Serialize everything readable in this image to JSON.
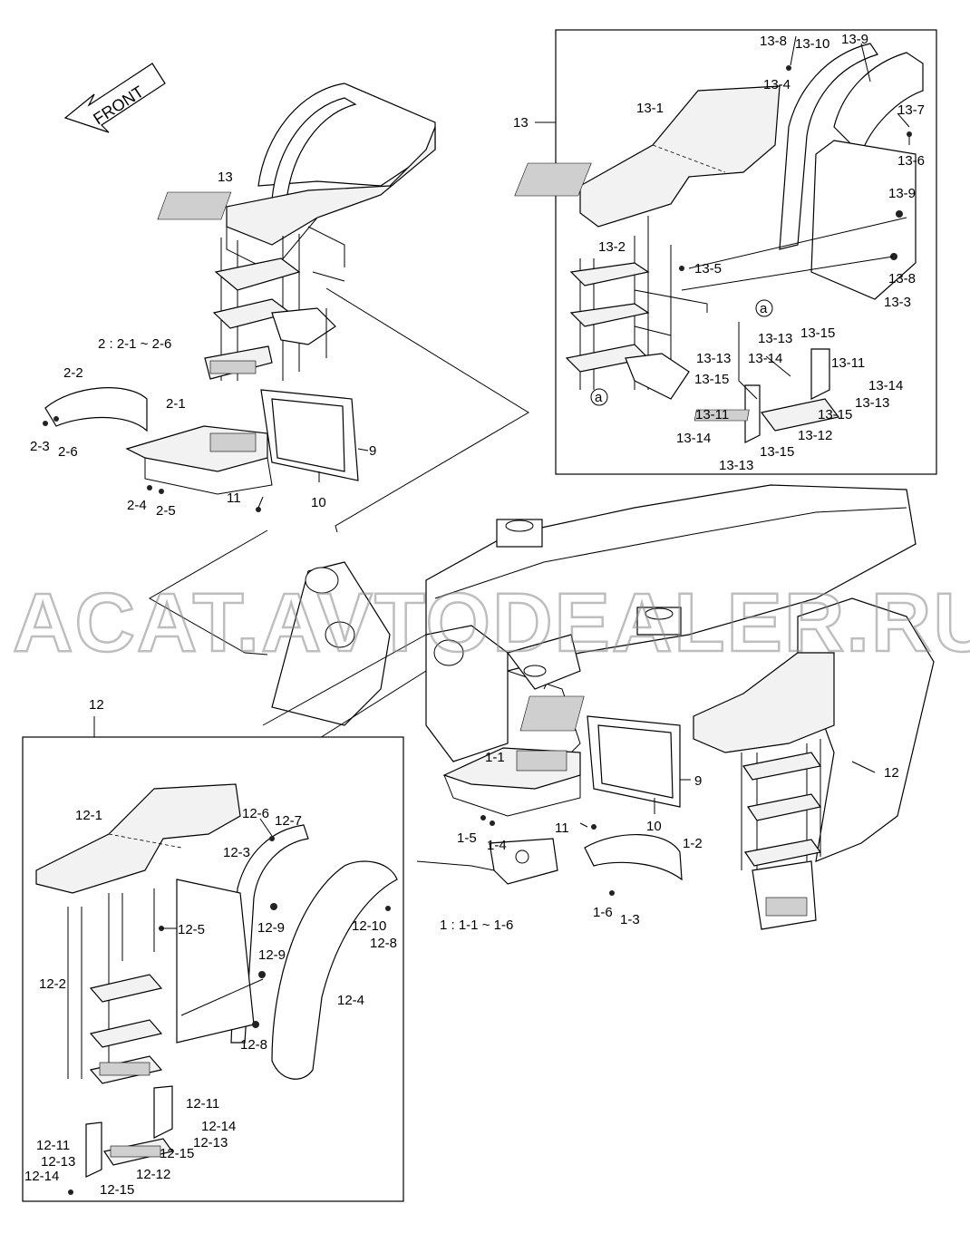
{
  "diagram": {
    "direction_label": "FRONT",
    "watermark": "ACAT.AVTODEALER.RU",
    "ref_marker": "a",
    "group_captions": {
      "group_2": "2 : 2-1 ~ 2-6",
      "group_1": "1 : 1-1 ~ 1-6"
    },
    "labels": {
      "l13_main": "13",
      "l13_box": "13",
      "l13_1": "13-1",
      "l13_2": "13-2",
      "l13_3": "13-3",
      "l13_4": "13-4",
      "l13_5": "13-5",
      "l13_6": "13-6",
      "l13_7": "13-7",
      "l13_8a": "13-8",
      "l13_8b": "13-8",
      "l13_9a": "13-9",
      "l13_9b": "13-9",
      "l13_10": "13-10",
      "l13_11a": "13-11",
      "l13_11b": "13-11",
      "l13_12": "13-12",
      "l13_13a": "13-13",
      "l13_13b": "13-13",
      "l13_13c": "13-13",
      "l13_13d": "13-13",
      "l13_14a": "13-14",
      "l13_14b": "13-14",
      "l13_14c": "13-14",
      "l13_15a": "13-15",
      "l13_15b": "13-15",
      "l13_15c": "13-15",
      "l13_15d": "13-15",
      "l2_1": "2-1",
      "l2_2": "2-2",
      "l2_3": "2-3",
      "l2_4": "2-4",
      "l2_5": "2-5",
      "l2_6": "2-6",
      "l9a": "9",
      "l9b": "9",
      "l10a": "10",
      "l10b": "10",
      "l11a": "11",
      "l11b": "11",
      "l1_1": "1-1",
      "l1_2": "1-2",
      "l1_3": "1-3",
      "l1_4": "1-4",
      "l1_5": "1-5",
      "l1_6": "1-6",
      "l12_main": "12",
      "l12_box": "12",
      "l12_1": "12-1",
      "l12_2": "12-2",
      "l12_3": "12-3",
      "l12_4": "12-4",
      "l12_5": "12-5",
      "l12_6": "12-6",
      "l12_7": "12-7",
      "l12_8a": "12-8",
      "l12_8b": "12-8",
      "l12_9a": "12-9",
      "l12_9b": "12-9",
      "l12_10": "12-10",
      "l12_11a": "12-11",
      "l12_11b": "12-11",
      "l12_12": "12-12",
      "l12_13a": "12-13",
      "l12_13b": "12-13",
      "l12_14a": "12-14",
      "l12_14b": "12-14",
      "l12_15a": "12-15",
      "l12_15b": "12-15"
    }
  }
}
